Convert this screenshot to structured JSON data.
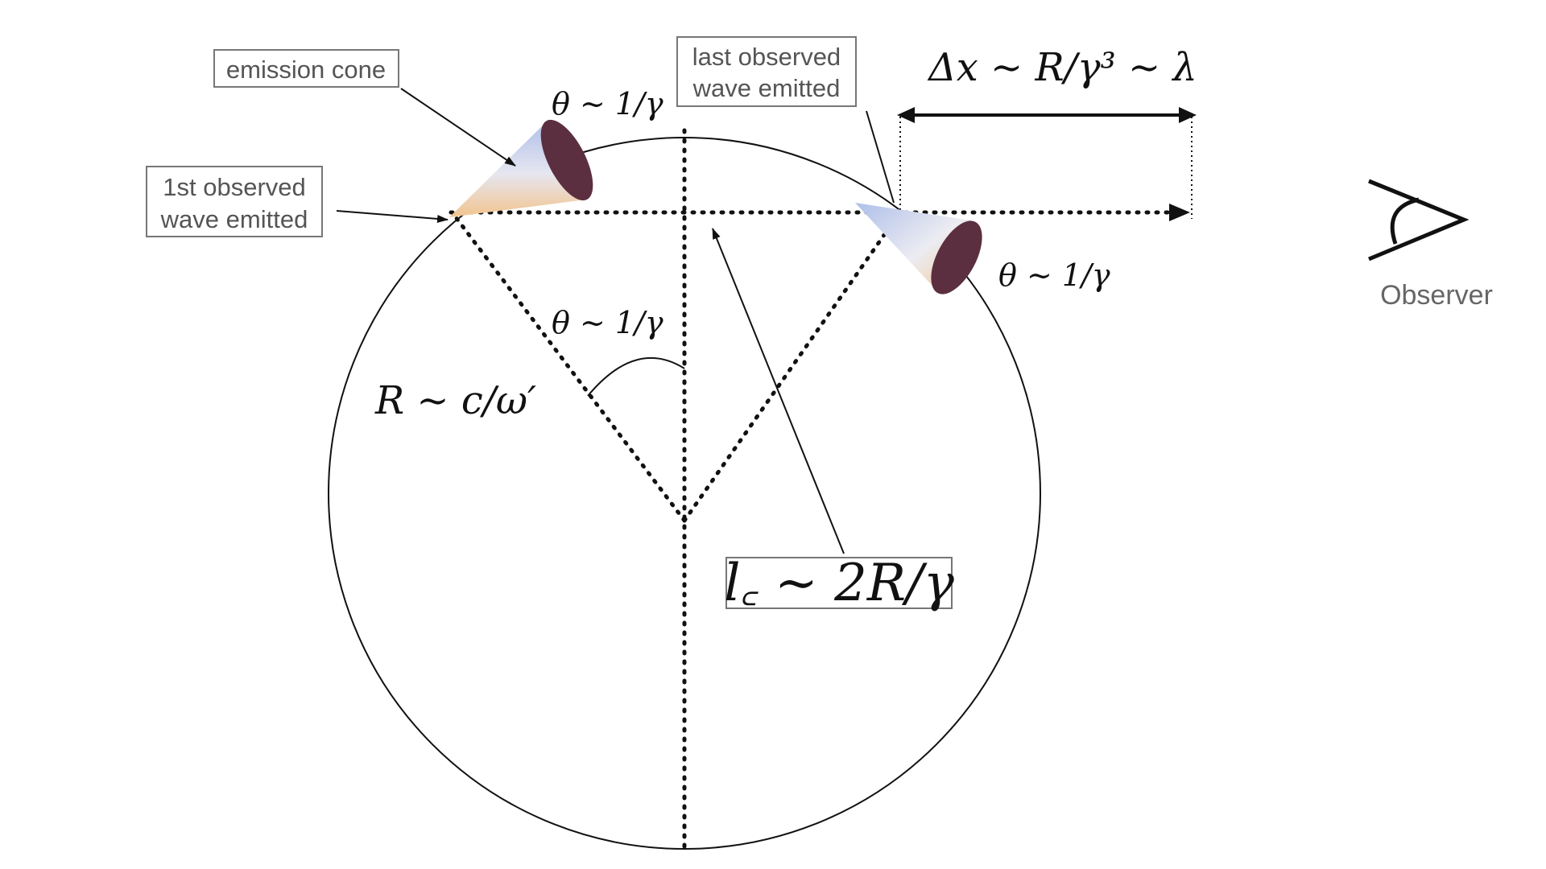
{
  "labels": {
    "emission_cone": "emission cone",
    "first_wave_line1": "1st observed",
    "first_wave_line2": "wave emitted",
    "last_wave_line1": "last observed",
    "last_wave_line2": "wave emitted",
    "observer": "Observer"
  },
  "math": {
    "theta_top": "θ ∼ 1/γ",
    "theta_right": "θ ∼ 1/γ",
    "theta_center": "θ ∼ 1/γ",
    "delta_x": "Δx ∼ R/γ³ ∼ λ",
    "radius": "R ∼ c/ω′",
    "coherence_length": "l꜀ ∼ 2R/γ"
  },
  "colors": {
    "cone_light": "#b9c9ee",
    "cone_warm": "#f2cf9e",
    "cone_cap": "#5b2f40",
    "label_border": "#777777",
    "label_text": "#555555",
    "line": "#111111"
  },
  "icons": {
    "observer": "eye-icon"
  }
}
